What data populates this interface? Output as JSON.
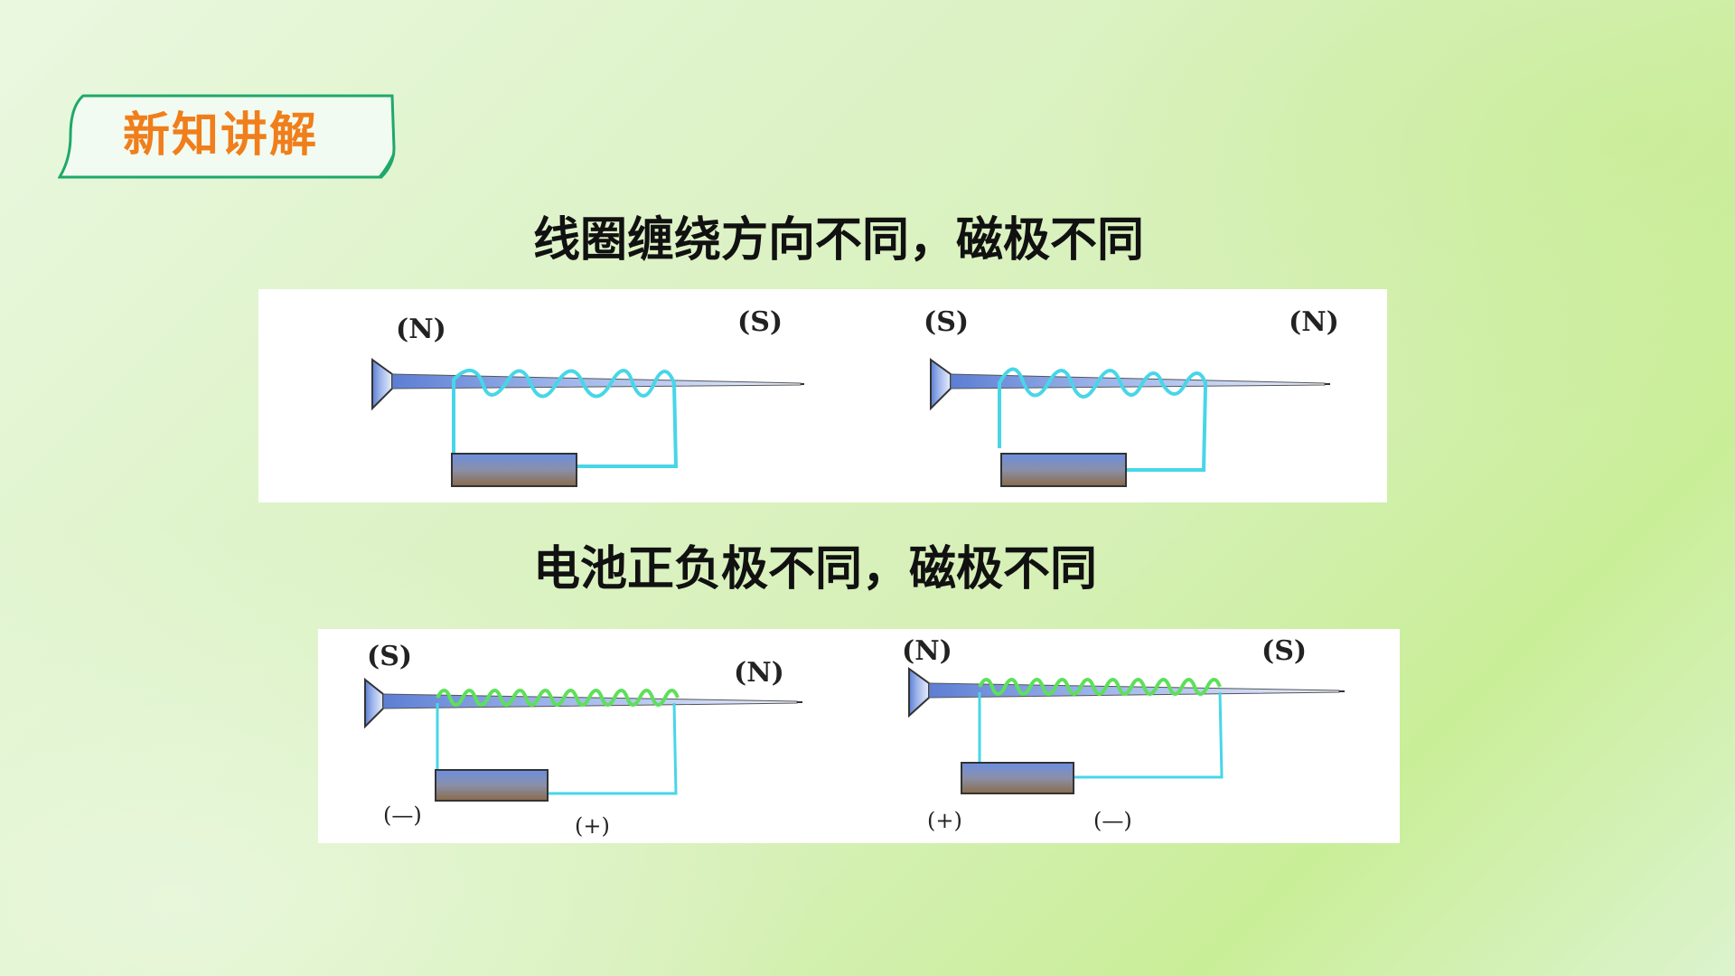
{
  "badge": {
    "text": "新知讲解",
    "text_color": "#f07e1b",
    "border_color": "#1fa86a"
  },
  "headings": {
    "winding": "线圈缠绕方向不同，磁极不同",
    "battery": "电池正负极不同，磁极不同"
  },
  "diagrams": {
    "winding_left": {
      "left_pole": "(N)",
      "right_pole": "(S)",
      "coil_color": "#47d6e8"
    },
    "winding_right": {
      "left_pole": "(S)",
      "right_pole": "(N)",
      "coil_color": "#47d6e8"
    },
    "battery_left": {
      "left_pole": "(S)",
      "right_pole": "(N)",
      "left_sign": "(—)",
      "right_sign": "(+)",
      "coil_color": "#5de05a"
    },
    "battery_right": {
      "left_pole": "(N)",
      "right_pole": "(S)",
      "left_sign": "(+)",
      "right_sign": "(—)",
      "coil_color": "#5de05a"
    }
  }
}
